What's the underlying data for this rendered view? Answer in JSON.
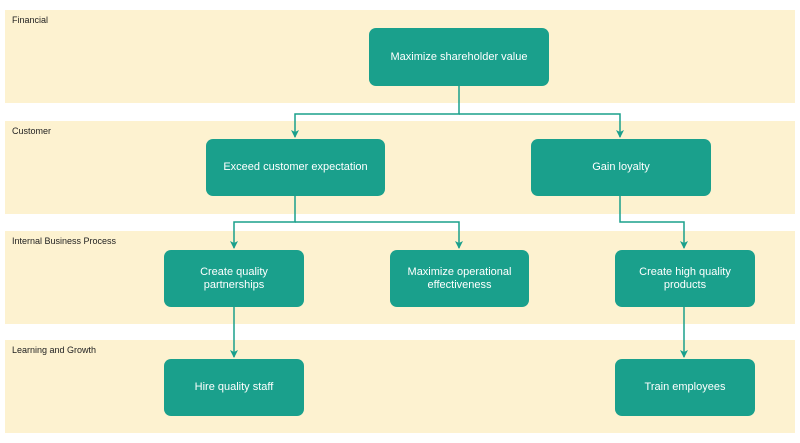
{
  "lanes": {
    "financial": "Financial",
    "customer": "Customer",
    "internal": "Internal Business Process",
    "learning": "Learning and Growth"
  },
  "nodes": {
    "shareholder": "Maximize shareholder value",
    "exceed": "Exceed customer expectation",
    "loyalty": "Gain loyalty",
    "partnerships": "Create quality partnerships",
    "operational": "Maximize operational effectiveness",
    "products": "Create high quality products",
    "staff": "Hire quality staff",
    "employees": "Train employees"
  },
  "colors": {
    "node_fill": "#1aa08c",
    "connector": "#1aa08c",
    "lane_fill": "#fdf2d0"
  }
}
